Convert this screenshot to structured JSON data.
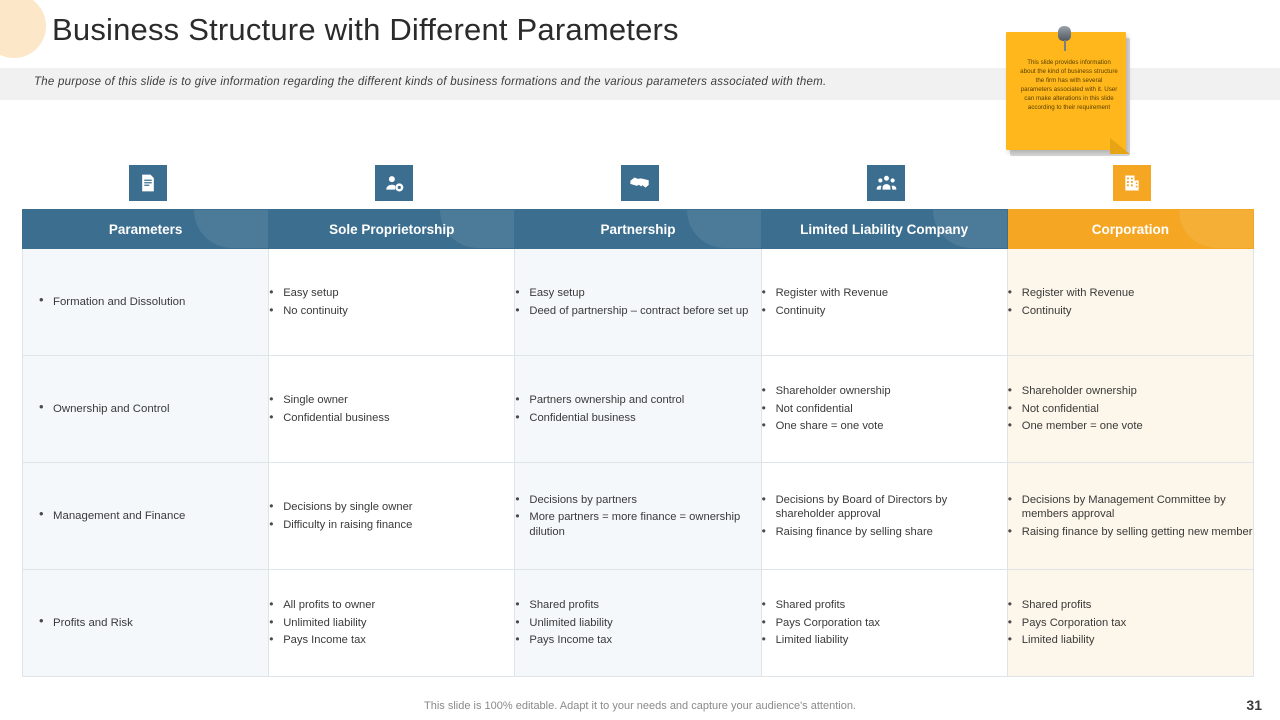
{
  "slide": {
    "title": "Business Structure with Different Parameters",
    "subtitle": "The purpose of this slide is to give information regarding the different kinds of business formations and the various parameters associated with them.",
    "footer": "This slide is 100% editable. Adapt it to your needs and capture your audience's attention.",
    "page_number": "31"
  },
  "note": {
    "text": "This slide provides information about the kind of business structure the firm has with several parameters associated with it. User can make alterations in this slide according to their requirement"
  },
  "icons": [
    {
      "name": "document-checklist-icon",
      "color": "#3b6e8f"
    },
    {
      "name": "user-settings-icon",
      "color": "#3b6e8f"
    },
    {
      "name": "handshake-icon",
      "color": "#3b6e8f"
    },
    {
      "name": "group-people-icon",
      "color": "#3b6e8f"
    },
    {
      "name": "office-building-icon",
      "color": "#f5a623"
    }
  ],
  "table": {
    "headers": [
      "Parameters",
      "Sole Proprietorship",
      "Partnership",
      "Limited Liability Company",
      "Corporation"
    ],
    "rows": [
      {
        "parameter": "Formation and Dissolution",
        "sole": [
          "Easy setup",
          "No continuity"
        ],
        "partnership": [
          "Easy setup",
          "Deed of partnership – contract before set up"
        ],
        "llc": [
          "Register with Revenue",
          "Continuity"
        ],
        "corporation": [
          "Register with Revenue",
          "Continuity"
        ]
      },
      {
        "parameter": "Ownership and Control",
        "sole": [
          "Single owner",
          "Confidential business"
        ],
        "partnership": [
          "Partners ownership and control",
          "Confidential business"
        ],
        "llc": [
          "Shareholder ownership",
          "Not confidential",
          "One share = one vote"
        ],
        "corporation": [
          "Shareholder ownership",
          "Not confidential",
          "One member  = one vote"
        ]
      },
      {
        "parameter": "Management and Finance",
        "sole": [
          "Decisions by single owner",
          "Difficulty in raising finance"
        ],
        "partnership": [
          "Decisions by partners",
          "More  partners = more finance = ownership dilution"
        ],
        "llc": [
          "Decisions by Board of Directors by shareholder approval",
          "Raising finance by selling share"
        ],
        "corporation": [
          "Decisions by Management Committee by members approval",
          "Raising finance by selling getting new member"
        ]
      },
      {
        "parameter": "Profits and Risk",
        "sole": [
          "All profits to owner",
          "Unlimited liability",
          "Pays Income tax"
        ],
        "partnership": [
          "Shared profits",
          "Unlimited liability",
          "Pays Income tax"
        ],
        "llc": [
          "Shared profits",
          "Pays Corporation tax",
          "Limited liability"
        ],
        "corporation": [
          "Shared profits",
          "Pays Corporation tax",
          "Limited liability"
        ]
      }
    ]
  },
  "colors": {
    "header_blue": "#3b6e8f",
    "header_orange": "#f5a623",
    "note_yellow": "#ffb71b"
  }
}
